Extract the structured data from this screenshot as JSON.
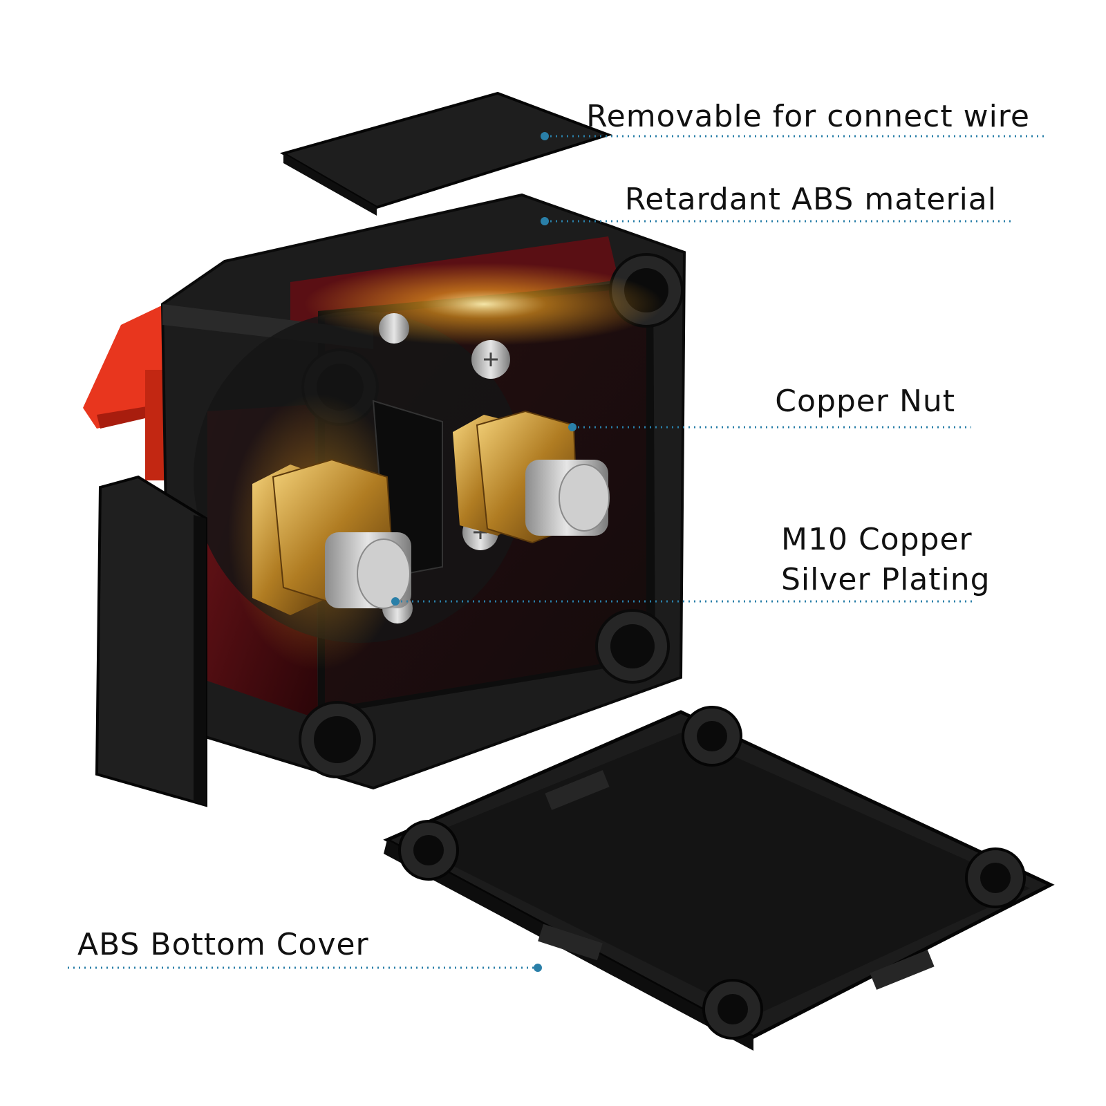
{
  "callouts": {
    "removable_cover": "Removable for connect wire",
    "abs_material": "Retardant ABS material",
    "copper_nut": "Copper Nut",
    "m10_line1": "M10 Copper",
    "m10_line2": "Silver Plating",
    "bottom_cover": "ABS Bottom Cover"
  },
  "colors": {
    "leader_line": "#2a7fa8",
    "housing": "#1b1b1b",
    "knob": "#e8361e",
    "interior": "#4a0d12",
    "brass": "#c99a3a",
    "steel": "#b9b9b9"
  }
}
